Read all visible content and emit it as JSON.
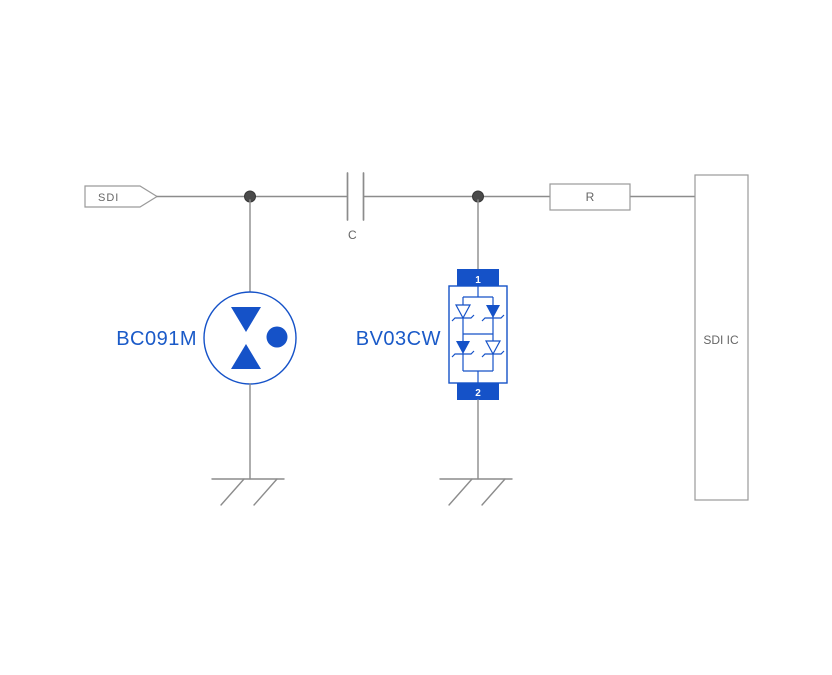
{
  "diagram": {
    "type": "circuit-schematic",
    "description": "SDI line protection schematic with TVS diode, coupling capacitor, diode array, series resistor and SDI IC",
    "labels": {
      "input": "SDI",
      "capacitor": "C",
      "resistor": "R",
      "ic": "SDI IC",
      "protection_device": "BC091M",
      "diode_array": "BV03CW",
      "pin1": "1",
      "pin2": "2"
    },
    "colors": {
      "component_blue": "#1552C8",
      "label_blue": "#1A5AC8",
      "wire_gray": "#8C8C8C",
      "box_outline_gray": "#9A9A9A",
      "label_gray": "#666666",
      "junction_dot": "#4A4A4A",
      "background": "#FFFFFF"
    }
  }
}
